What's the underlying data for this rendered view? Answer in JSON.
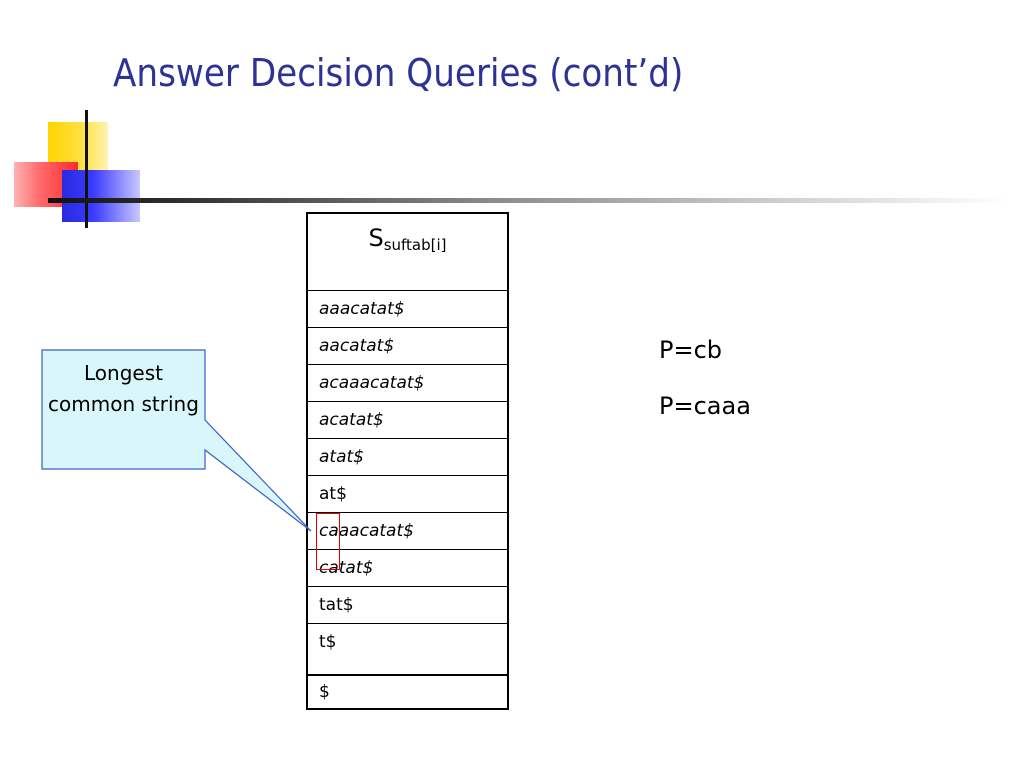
{
  "slide": {
    "title": "Answer Decision Queries (cont’d)"
  },
  "table": {
    "header_main": "S",
    "header_sub": "suftab[i]",
    "rows": [
      "aaacatat$",
      "aacatat$",
      "acaaacatat$",
      "acatat$",
      "atat$",
      "at$",
      "caaacatat$",
      "catat$",
      "tat$",
      "t$",
      "$"
    ]
  },
  "callout": {
    "text": "Longest common string",
    "fill_color": "#d9f7fb",
    "border_color": "#3a5cc4"
  },
  "patterns": [
    "P=cb",
    "P=caaa"
  ],
  "colors": {
    "title": "#2d3295",
    "highlight": "#e00000"
  }
}
